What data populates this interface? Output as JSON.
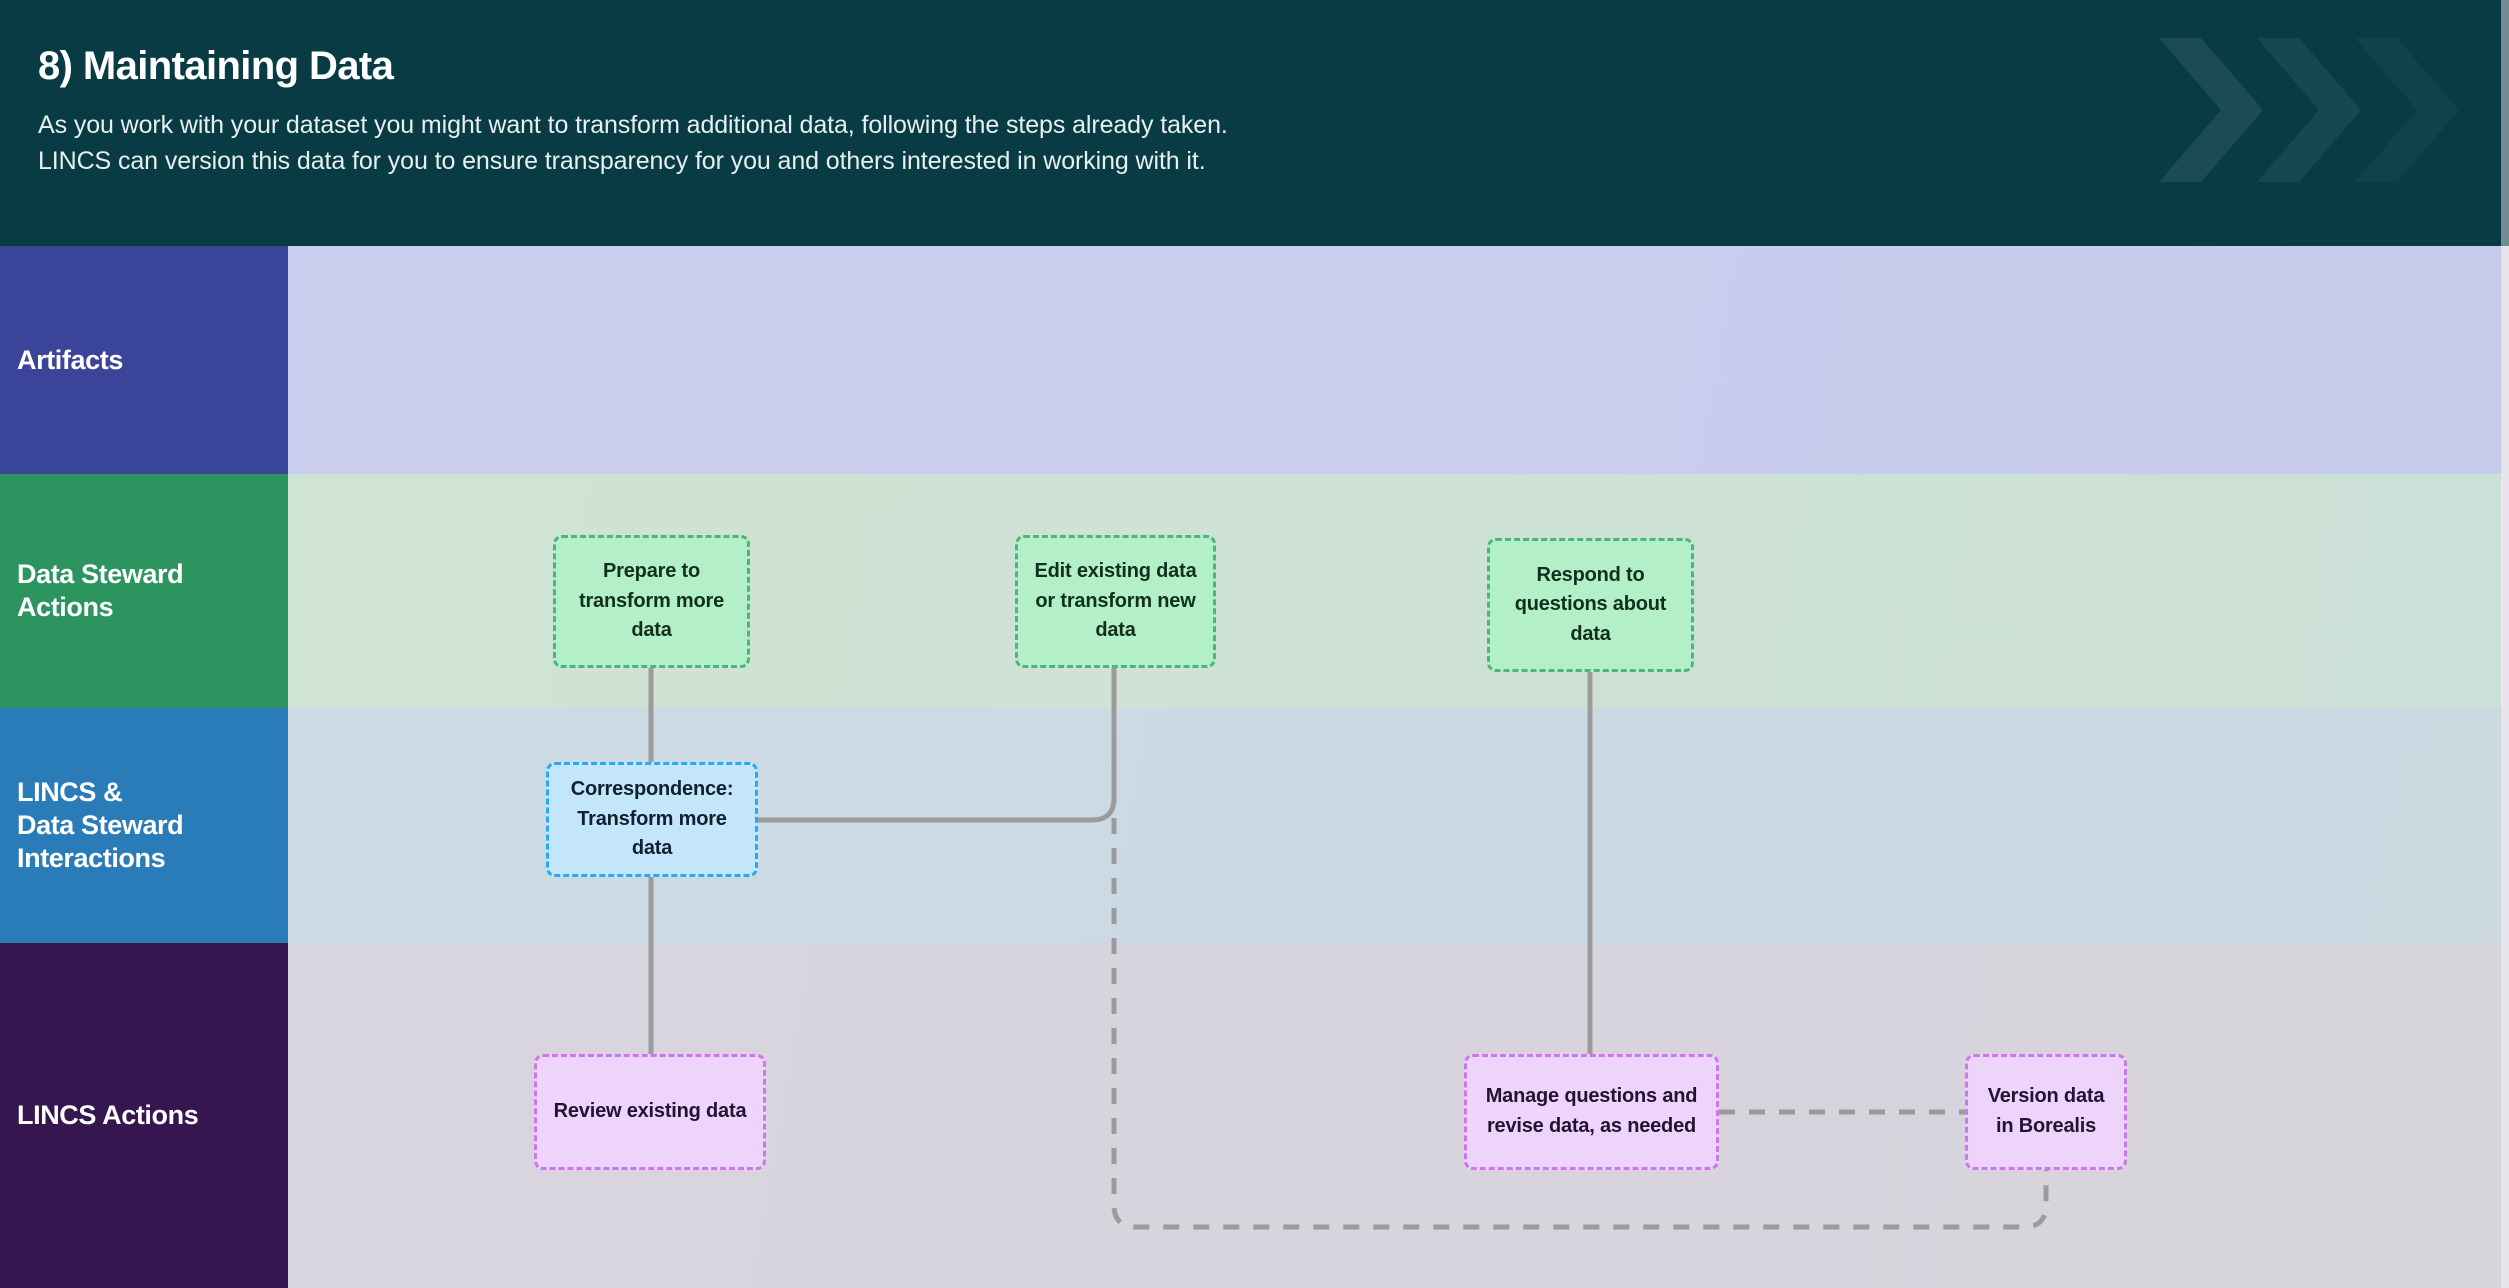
{
  "header": {
    "title": "8) Maintaining Data",
    "subtitle_line1": "As you work with your dataset you might want to transform additional data, following the steps already taken.",
    "subtitle_line2": "LINCS can version this data for you to ensure transparency for you and others interested in working with it.",
    "decoration_icon": "double-chevron-right-icon",
    "background_color": "#083b44"
  },
  "swimlanes": [
    {
      "id": "artifacts",
      "label": "Artifacts",
      "label_color": "#3a4499",
      "body_color": "#c9cdee",
      "nodes": []
    },
    {
      "id": "data-steward-actions",
      "label": "Data Steward\nActions",
      "label_line1": "Data Steward",
      "label_line2": "Actions",
      "label_color": "#2c955f",
      "body_color": "#cee2d5",
      "node_fill": "#b4f0c7",
      "node_border": "#4fb37f",
      "nodes": [
        {
          "id": "prepare-transform",
          "text": "Prepare to transform more data"
        },
        {
          "id": "edit-existing",
          "text": "Edit existing data or transform new data"
        },
        {
          "id": "respond-questions",
          "text": "Respond to questions about data"
        }
      ]
    },
    {
      "id": "lincs-data-steward-interactions",
      "label_line1": "LINCS &",
      "label_line2": "Data Steward",
      "label_line3": "Interactions",
      "label_color": "#2a7cb8",
      "body_color": "#ccd9e3",
      "node_fill": "#c3e6fb",
      "node_border": "#2aa8f2",
      "nodes": [
        {
          "id": "correspondence",
          "text": "Correspondence: Transform more data"
        }
      ]
    },
    {
      "id": "lincs-actions",
      "label": "LINCS Actions",
      "label_color": "#35164f",
      "body_color": "#d8d4dd",
      "node_fill": "#eed3fb",
      "node_border": "#cb78ea",
      "nodes": [
        {
          "id": "review-existing",
          "text": "Review existing data"
        },
        {
          "id": "manage-questions",
          "text": "Manage questions and revise data, as needed"
        },
        {
          "id": "version-borealis",
          "text": "Version data in Borealis"
        }
      ]
    }
  ],
  "connector_color": "#9b9b9b"
}
